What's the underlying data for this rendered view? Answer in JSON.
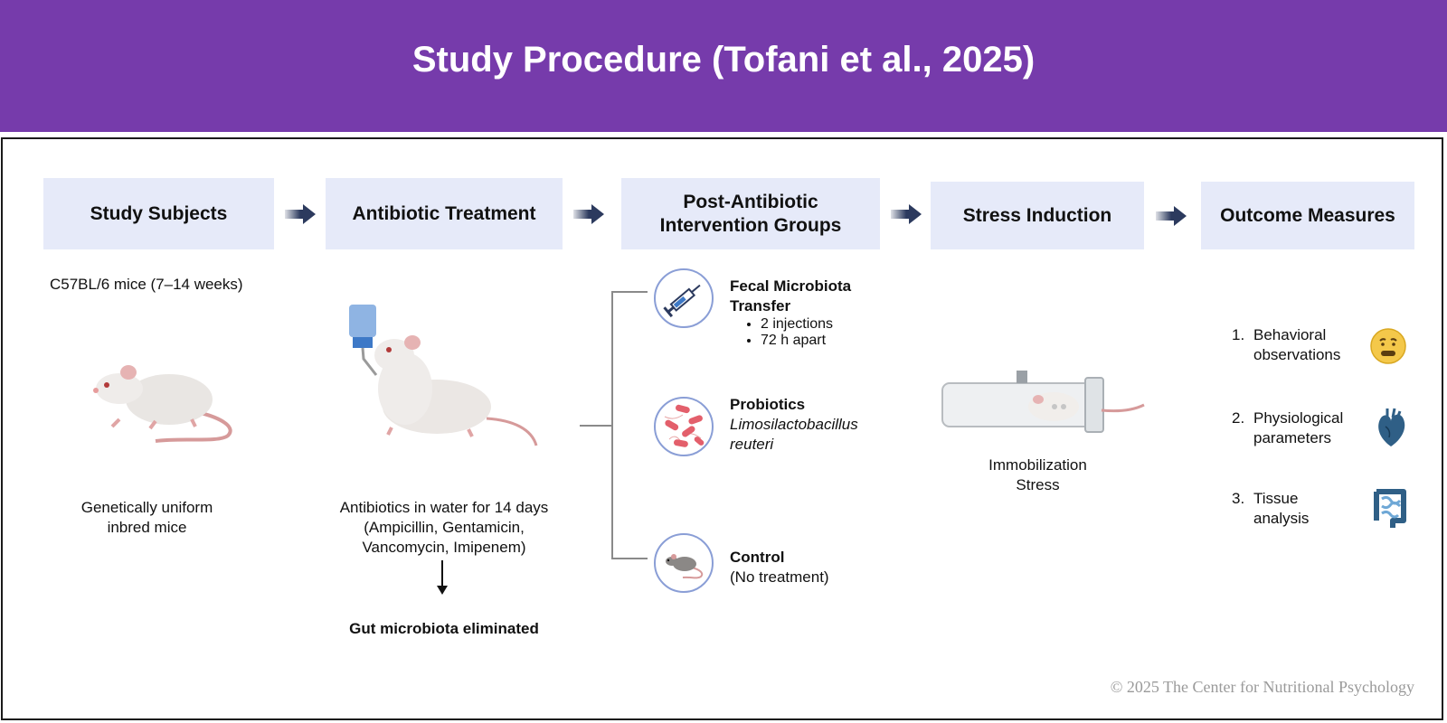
{
  "header": {
    "title": "Study Procedure (Tofani et al., 2025)"
  },
  "steps": [
    {
      "label": "Study Subjects"
    },
    {
      "label": "Antibiotic Treatment"
    },
    {
      "label": "Post-Antibiotic Intervention Groups"
    },
    {
      "label": "Stress Induction"
    },
    {
      "label": "Outcome Measures"
    }
  ],
  "subjects": {
    "strain": "C57BL/6 mice (7–14 weeks)",
    "description_line1": "Genetically uniform",
    "description_line2": "inbred mice"
  },
  "antibiotic": {
    "line1": "Antibiotics in water for 14 days",
    "line2": "(Ampicillin, Gentamicin,",
    "line3": "Vancomycin, Imipenem)",
    "result": "Gut microbiota eliminated"
  },
  "groups": [
    {
      "title_line1": "Fecal Microbiota",
      "title_line2": "Transfer",
      "bullets": [
        "2 injections",
        "72 h apart"
      ],
      "icon": "syringe-icon"
    },
    {
      "title_line1": "Probiotics",
      "species_line1": "Limosilactobacillus",
      "species_line2": "reuteri",
      "icon": "bacteria-icon"
    },
    {
      "title_line1": "Control",
      "note": "(No treatment)",
      "icon": "mouse-icon"
    }
  ],
  "stress": {
    "line1": "Immobilization",
    "line2": "Stress"
  },
  "outcomes": [
    {
      "number": "1.",
      "line1": "Behavioral",
      "line2": "observations",
      "icon": "anxious-face-icon"
    },
    {
      "number": "2.",
      "line1": "Physiological",
      "line2": "parameters",
      "icon": "heart-icon"
    },
    {
      "number": "3.",
      "line1": "Tissue",
      "line2": "analysis",
      "icon": "intestine-icon"
    }
  ],
  "footer": {
    "copyright": "© 2025 The Center for Nutritional Psychology"
  },
  "colors": {
    "header": "#763bab",
    "box": "#e6eaf9",
    "arrow": "#2c3a5e",
    "circle_border": "#8a9ed6"
  }
}
